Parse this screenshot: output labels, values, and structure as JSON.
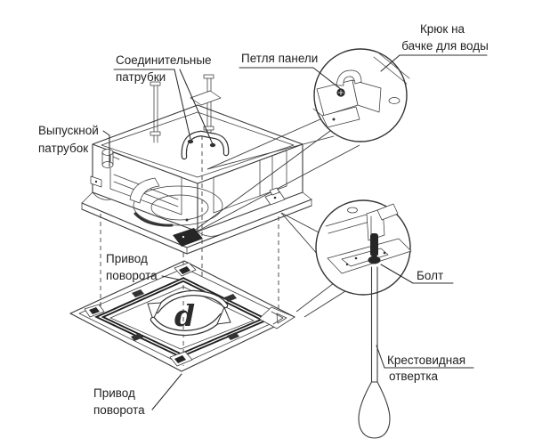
{
  "labels": {
    "connecting_pipes": {
      "line1": "Соединительные",
      "line2": "патрубки"
    },
    "outlet_pipe": {
      "line1": "Выпускной",
      "line2": "патрубок"
    },
    "panel_loop": {
      "text": "Петля панели"
    },
    "water_tank_hook": {
      "line1": "Крюк на",
      "line2": "бачке для воды"
    },
    "swing_drive_top": {
      "line1": "Привод",
      "line2": "поворота"
    },
    "swing_drive_bottom": {
      "line1": "Привод",
      "line2": "поворота"
    },
    "bolt": {
      "text": "Болт"
    },
    "phillips_screwdriver": {
      "line1": "Крестовидная",
      "line2": "отвертка"
    }
  },
  "panel": {
    "rotation_symbol": "d"
  },
  "colors": {
    "background": "#ffffff",
    "line": "#3a3a3a",
    "text": "#1f1f1f",
    "dark_fill": "#262626"
  }
}
